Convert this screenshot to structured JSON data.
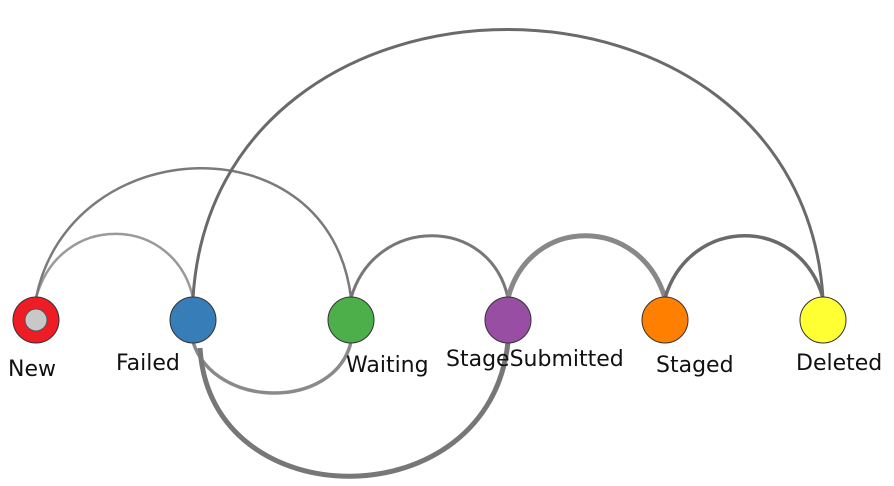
{
  "diagram": {
    "type": "arc-diagram",
    "nodes": [
      {
        "id": "new",
        "label": "New",
        "color": "#ee1c24",
        "inner_color": "#c8c8c8"
      },
      {
        "id": "failed",
        "label": "Failed",
        "color": "#377eb8"
      },
      {
        "id": "waiting",
        "label": "Waiting",
        "color": "#4daf4a"
      },
      {
        "id": "stagesubmitted",
        "label": "StageSubmitted",
        "color": "#984ea3"
      },
      {
        "id": "staged",
        "label": "Staged",
        "color": "#ff7f00"
      },
      {
        "id": "deleted",
        "label": "Deleted",
        "color": "#ffff33"
      }
    ],
    "edges": [
      {
        "from": "new",
        "to": "failed"
      },
      {
        "from": "new",
        "to": "waiting"
      },
      {
        "from": "failed",
        "to": "deleted"
      },
      {
        "from": "waiting",
        "to": "failed"
      },
      {
        "from": "waiting",
        "to": "stagesubmitted"
      },
      {
        "from": "stagesubmitted",
        "to": "failed"
      },
      {
        "from": "stagesubmitted",
        "to": "staged"
      },
      {
        "from": "staged",
        "to": "deleted"
      }
    ],
    "edge_color": "#555555"
  }
}
